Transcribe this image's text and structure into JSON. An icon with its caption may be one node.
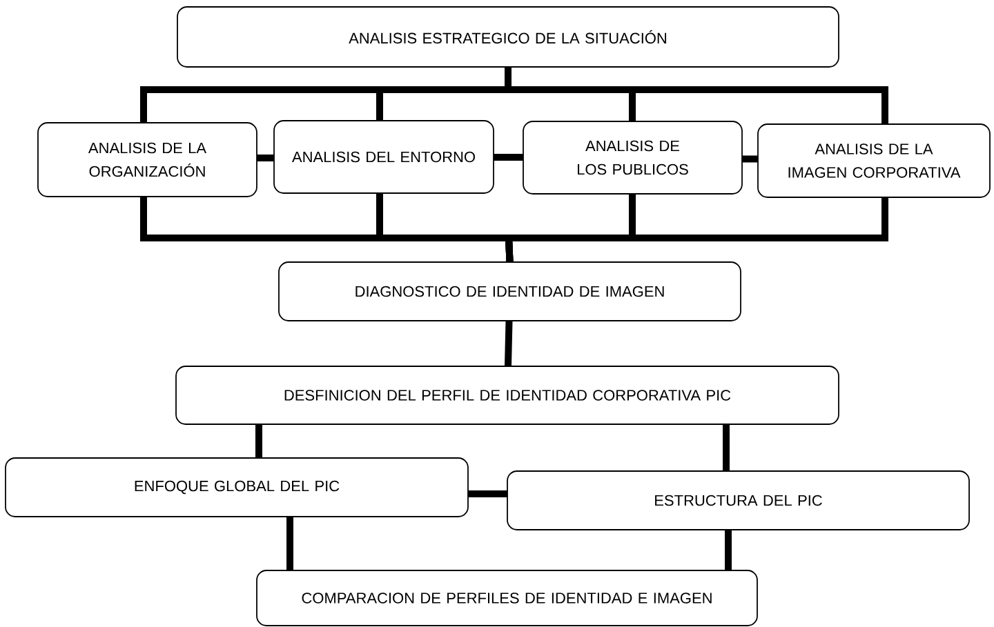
{
  "diagram": {
    "nodes": [
      {
        "text": [
          "ANALISIS ESTRATEGICO DE LA SITUACIÓN"
        ]
      },
      {
        "text": [
          "ANALISIS DE LA ORGANIZACIÓN"
        ]
      },
      {
        "text": [
          "ANALISIS DEL ENTORNO"
        ]
      },
      {
        "text": [
          "ANALISIS DE LOS PUBLICOS"
        ]
      },
      {
        "text": [
          "ANALISIS DE LA IMAGEN CORPORATIVA"
        ]
      },
      {
        "text": [
          "DIAGNOSTICO DE IDENTIDAD DE IMAGEN"
        ]
      },
      {
        "text": [
          "DESFINICION DEL PERFIL DE IDENTIDAD CORPORATIVA PIC"
        ]
      },
      {
        "text": [
          "ENFOQUE GLOBAL DEL PIC"
        ]
      },
      {
        "text": [
          "ESTRUCTURA DEL PIC"
        ]
      },
      {
        "text": [
          "COMPARACION DE PERFILES DE IDENTIDAD E IMAGEN"
        ]
      }
    ],
    "edges": [
      {
        "from": 0,
        "to": 1,
        "arrow": "none"
      },
      {
        "from": 0,
        "to": 2,
        "arrow": "none"
      },
      {
        "from": 0,
        "to": 3,
        "arrow": "none"
      },
      {
        "from": 0,
        "to": 4,
        "arrow": "none"
      },
      {
        "from": 1,
        "to": 2,
        "arrow": "none"
      },
      {
        "from": 2,
        "to": 3,
        "arrow": "none"
      },
      {
        "from": 3,
        "to": 4,
        "arrow": "none"
      },
      {
        "from": 1,
        "to": 5,
        "arrow": "none"
      },
      {
        "from": 2,
        "to": 5,
        "arrow": "none"
      },
      {
        "from": 3,
        "to": 5,
        "arrow": "none"
      },
      {
        "from": 4,
        "to": 5,
        "arrow": "none"
      },
      {
        "from": 5,
        "to": 6,
        "arrow": "none"
      },
      {
        "from": 6,
        "to": 7,
        "arrow": "none"
      },
      {
        "from": 6,
        "to": 8,
        "arrow": "none"
      },
      {
        "from": 7,
        "to": 8,
        "arrow": "none"
      },
      {
        "from": 7,
        "to": 9,
        "arrow": "none"
      },
      {
        "from": 8,
        "to": 9,
        "arrow": "none"
      }
    ]
  }
}
